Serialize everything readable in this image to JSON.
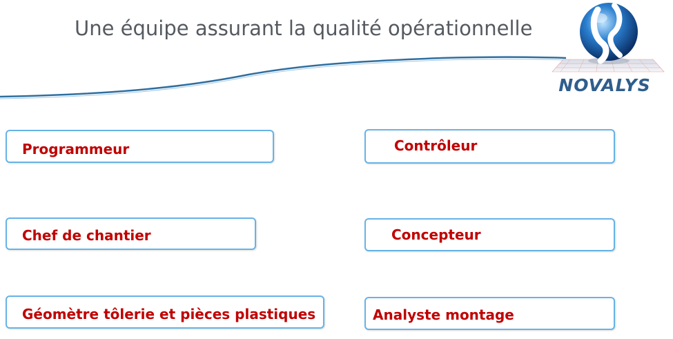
{
  "header": {
    "title": "Une équipe assurant la qualité opérationnelle",
    "logo_text": "NOVALYS"
  },
  "roles": {
    "left": [
      "Programmeur",
      "Chef de chantier",
      "Géomètre tôlerie et pièces plastiques"
    ],
    "right": [
      "Contrôleur",
      "Concepteur",
      "Analyste montage"
    ]
  },
  "colors": {
    "title": "#555a60",
    "role_text": "#c00000",
    "box_border": "#66b3e6",
    "swoosh": "#2f6e9e",
    "logo_text": "#2f5e8d"
  },
  "icons": [
    "novalys-globe-icon"
  ]
}
